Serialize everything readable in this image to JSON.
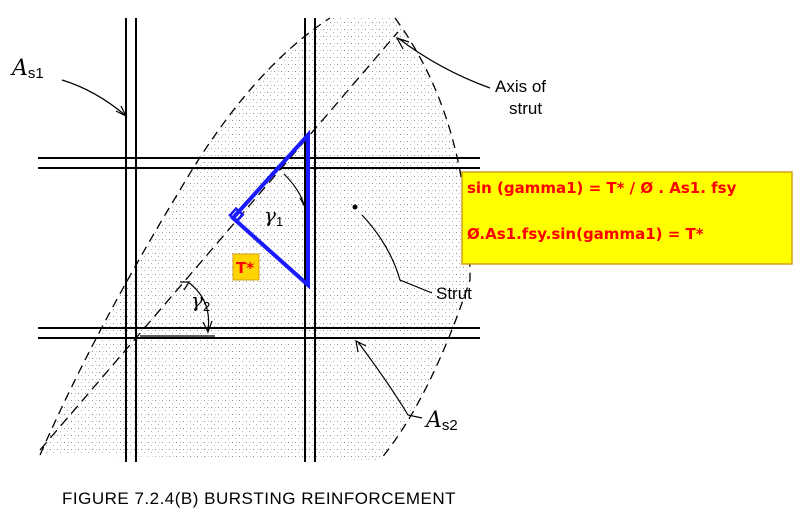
{
  "labels": {
    "as1_main": "A",
    "as1_sub": "s1",
    "as2_main": "A",
    "as2_sub": "s2",
    "axis_line1": "Axis of",
    "axis_line2": "strut",
    "strut": "Strut",
    "gamma1_main": "γ",
    "gamma1_sub": "1",
    "gamma2_main": "γ",
    "gamma2_sub": "2",
    "t_star": "T*"
  },
  "note": {
    "line1": "sin (gamma1) = T* / Ø . As1. fsy",
    "line2": "Ø.As1.fsy.sin(gamma1) = T*"
  },
  "caption": "FIGURE  7.2.4(B)   BURSTING REINFORCEMENT",
  "colors": {
    "annotation_blue": "#1a1aff",
    "note_fill": "#ffff00",
    "note_border": "#d4a017",
    "note_text": "#ff0000",
    "t_star_fill": "#ffd400"
  }
}
